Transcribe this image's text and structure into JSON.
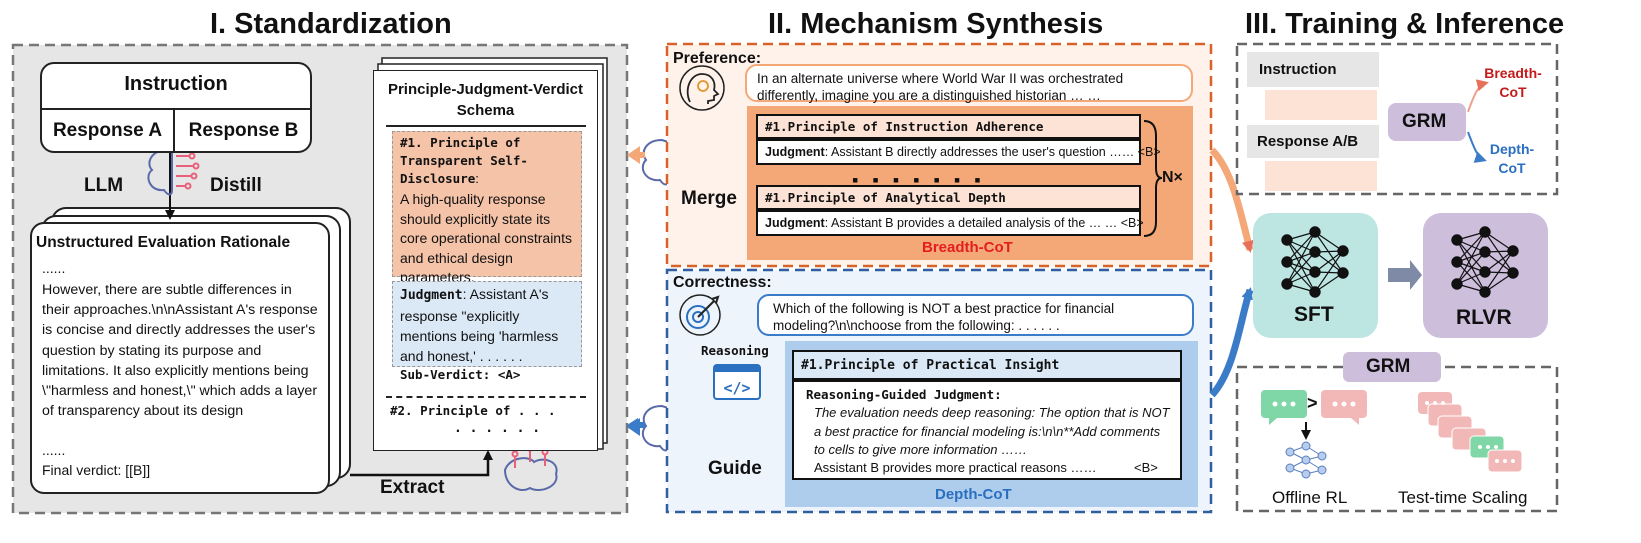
{
  "titles": {
    "standardization": "I. Standardization",
    "mechanism": "II. Mechanism Synthesis",
    "training": "III. Training & Inference"
  },
  "standardization": {
    "instruction": "Instruction",
    "response_a": "Response A",
    "response_b": "Response B",
    "llm": "LLM",
    "distill": "Distill",
    "extract": "Extract",
    "rationale": {
      "title": "Unstructured Evaluation Rationale",
      "ellipsis_top": "......",
      "body": "However, there are subtle differences in their approaches.\\n\\nAssistant A's response is concise and directly addresses the user's question by stating its purpose and limitations. It also explicitly mentions being \\\"harmless and honest,\\\" which adds a layer of transparency about its design",
      "ellipsis_bottom": "......",
      "verdict": "Final verdict: [[B]]"
    },
    "schema": {
      "title": "Principle-Judgment-Verdict Schema",
      "principle_title": "#1. Principle of Transparent Self-Disclosure",
      "principle_colon": ":",
      "principle_text": "A high-quality response should explicitly state its core operational constraints and ethical design parameters.",
      "judgment_label": "Judgment",
      "judgment_text": ": Assistant A's response \"explicitly mentions being 'harmless and honest,' . . . . . .",
      "sub_verdict": "Sub-Verdict: <A>",
      "principle2": "#2. Principle of . . .",
      "dots": ". . . . . ."
    }
  },
  "mechanism": {
    "preference": {
      "label": "Preference:",
      "prompt": "In an alternate universe where World War II was orchestrated differently, imagine you are a distinguished historian … …",
      "merge": "Merge",
      "p1_title": "#1.Principle of Instruction Adherence",
      "j1_label": "Judgment",
      "j1_text": ": Assistant B directly addresses the user's question …… <B>",
      "p2_title": "#1.Principle of Analytical Depth",
      "j2_label": "Judgment",
      "j2_text": ": Assistant B provides a detailed analysis of the … … <B>",
      "n_times": "N×",
      "breadth_cot": "Breadth-CoT"
    },
    "correctness": {
      "label": "Correctness:",
      "prompt": "Which of the following is NOT a best practice for financial modeling?\\n\\nchoose from the following: . . . . . .",
      "reasoning": "Reasoning",
      "guide": "Guide",
      "p_title": "#1.Principle of Practical Insight",
      "rg_title": "Reasoning-Guided Judgment:",
      "rg_text": "The evaluation needs deep reasoning: The option that is NOT a best practice for financial modeling is:\\n\\n**Add comments to cells to give more information ……",
      "rg_final": "Assistant B provides more practical reasons ……",
      "rg_verdict": "<B>",
      "depth_cot": "Depth-CoT"
    }
  },
  "training": {
    "instruction": "Instruction",
    "response": "Response A/B",
    "grm": "GRM",
    "breadth_cot": "Breadth-CoT",
    "depth_cot": "Depth-CoT",
    "sft": "SFT",
    "rlvr": "RLVR",
    "grm2": "GRM",
    "greater": ">",
    "offline_rl": "Offline RL",
    "tts": "Test-time Scaling"
  },
  "colors": {
    "orange_dashed": "#d9622b",
    "blue_dashed": "#2f5f9e",
    "schema_orange": "#f5c3a8",
    "schema_blue": "#dbe8f6",
    "breadth_bg": "#f4a878",
    "depth_bg": "#aecdec",
    "breadth_red": "#e41e1e",
    "depth_blue": "#2a6fc0",
    "teal": "#bde6e3",
    "lavender": "#cdbfdc",
    "gray_panel": "#e6e6e6"
  }
}
